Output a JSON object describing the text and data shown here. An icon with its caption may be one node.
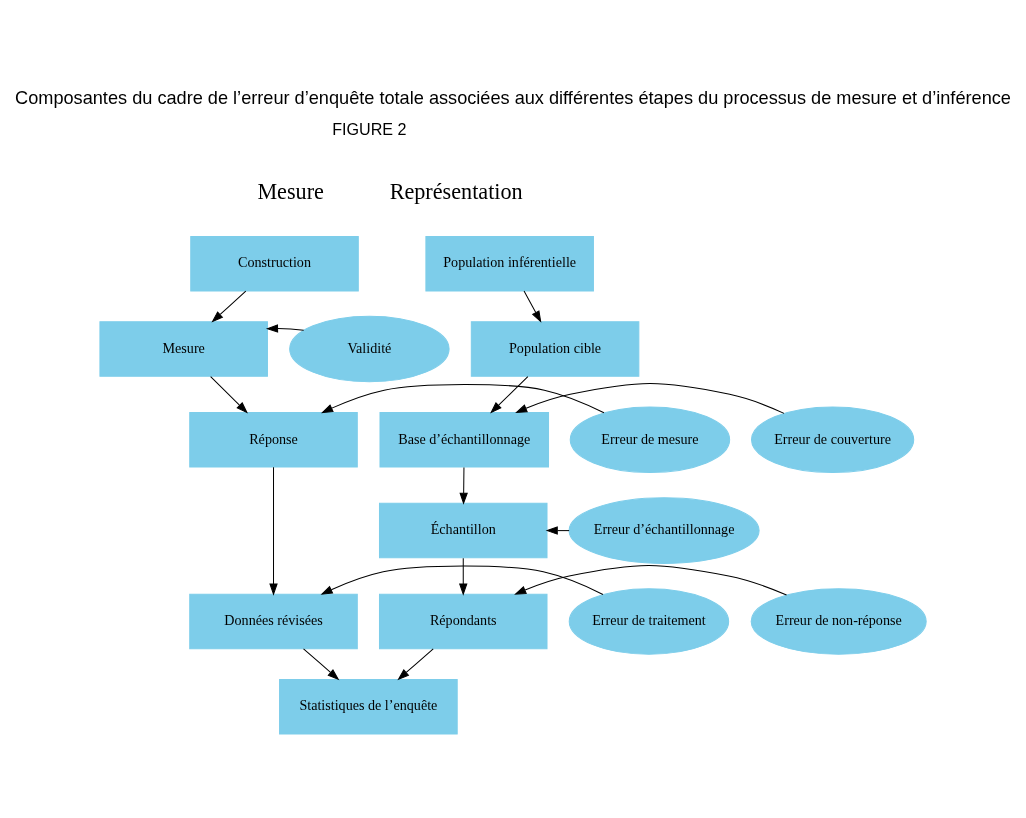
{
  "diagram": {
    "title": "Composantes du cadre de l’erreur d’enquête totale associées aux différentes étapes du processus de mesure et d’inférence",
    "nodes": [
      {
        "text": [
          "Construction"
        ]
      },
      {
        "text": [
          "Validité"
        ]
      },
      {
        "text": [
          "Mesure"
        ]
      },
      {
        "text": [
          "Erreur de mesure"
        ]
      },
      {
        "text": [
          "Réponse"
        ]
      },
      {
        "text": [
          "Erreur de traitement"
        ]
      },
      {
        "text": [
          "Données révisées"
        ]
      },
      {
        "text": [
          "Population inférentielle"
        ]
      },
      {
        "text": [
          "Population cible"
        ]
      },
      {
        "text": [
          "Erreur de couverture"
        ]
      },
      {
        "text": [
          "Base d’échantillonnage"
        ]
      },
      {
        "text": [
          "Erreur d’échantillonnage"
        ]
      },
      {
        "text": [
          "Échantillon"
        ]
      },
      {
        "text": [
          "Erreur de non-réponse"
        ]
      },
      {
        "text": [
          "Répondants"
        ]
      },
      {
        "text": [
          "Statistiques de l’enquête"
        ]
      }
    ],
    "edges": [
      {
        "from": 0,
        "to": 2,
        "arrow": "to"
      },
      {
        "from": 1,
        "to": 2,
        "arrow": "to"
      },
      {
        "from": 2,
        "to": 4,
        "arrow": "to"
      },
      {
        "from": 3,
        "to": 4,
        "arrow": "to"
      },
      {
        "from": 4,
        "to": 6,
        "arrow": "to"
      },
      {
        "from": 5,
        "to": 6,
        "arrow": "to"
      },
      {
        "from": 7,
        "to": 8,
        "arrow": "to"
      },
      {
        "from": 8,
        "to": 10,
        "arrow": "to"
      },
      {
        "from": 9,
        "to": 10,
        "arrow": "to"
      },
      {
        "from": 10,
        "to": 12,
        "arrow": "to"
      },
      {
        "from": 11,
        "to": 12,
        "arrow": "to"
      },
      {
        "from": 12,
        "to": 14,
        "arrow": "to"
      },
      {
        "from": 13,
        "to": 14,
        "arrow": "to"
      },
      {
        "from": 6,
        "to": 15,
        "arrow": "to"
      },
      {
        "from": 14,
        "to": 15,
        "arrow": "to"
      }
    ],
    "labels": [
      "FIGURE 2",
      "Mesure",
      "Représentation"
    ]
  }
}
